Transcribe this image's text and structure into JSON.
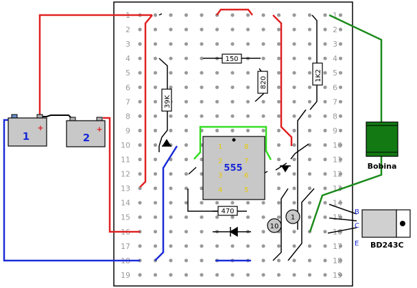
{
  "board": {
    "row_numbers": [
      "1",
      "2",
      "3",
      "4",
      "5",
      "6",
      "7",
      "8",
      "9",
      "10",
      "11",
      "12",
      "13",
      "14",
      "15",
      "16",
      "17",
      "18",
      "19"
    ]
  },
  "batteries": [
    {
      "label": "1",
      "plus": "+"
    },
    {
      "label": "2",
      "plus": "+"
    }
  ],
  "components": {
    "r150": "150",
    "r820": "820",
    "r1k2": "1K2",
    "r39k": "39K",
    "r470": "470",
    "ic_label": "555",
    "ic_pins_left": [
      "1",
      "2",
      "3",
      "4"
    ],
    "ic_pins_right": [
      "8",
      "7",
      "6",
      "5"
    ],
    "coil_label": "Bobina",
    "transistor_label": "BD243C",
    "transistor_pins": [
      "B",
      "C",
      "E"
    ],
    "cap_10": "10",
    "cap_1": "1"
  },
  "colors": {
    "wire_red": "#e02020",
    "wire_blue": "#1a2ad8",
    "wire_green": "#1a8a1a",
    "wire_lightgreen": "#33dd22",
    "battery_blue_text": "#1a2ad8",
    "board_hole": "#999999",
    "coil_body": "#137a13",
    "ic_body": "#c8c8c8",
    "transistor_body": "#d0d0d0"
  }
}
